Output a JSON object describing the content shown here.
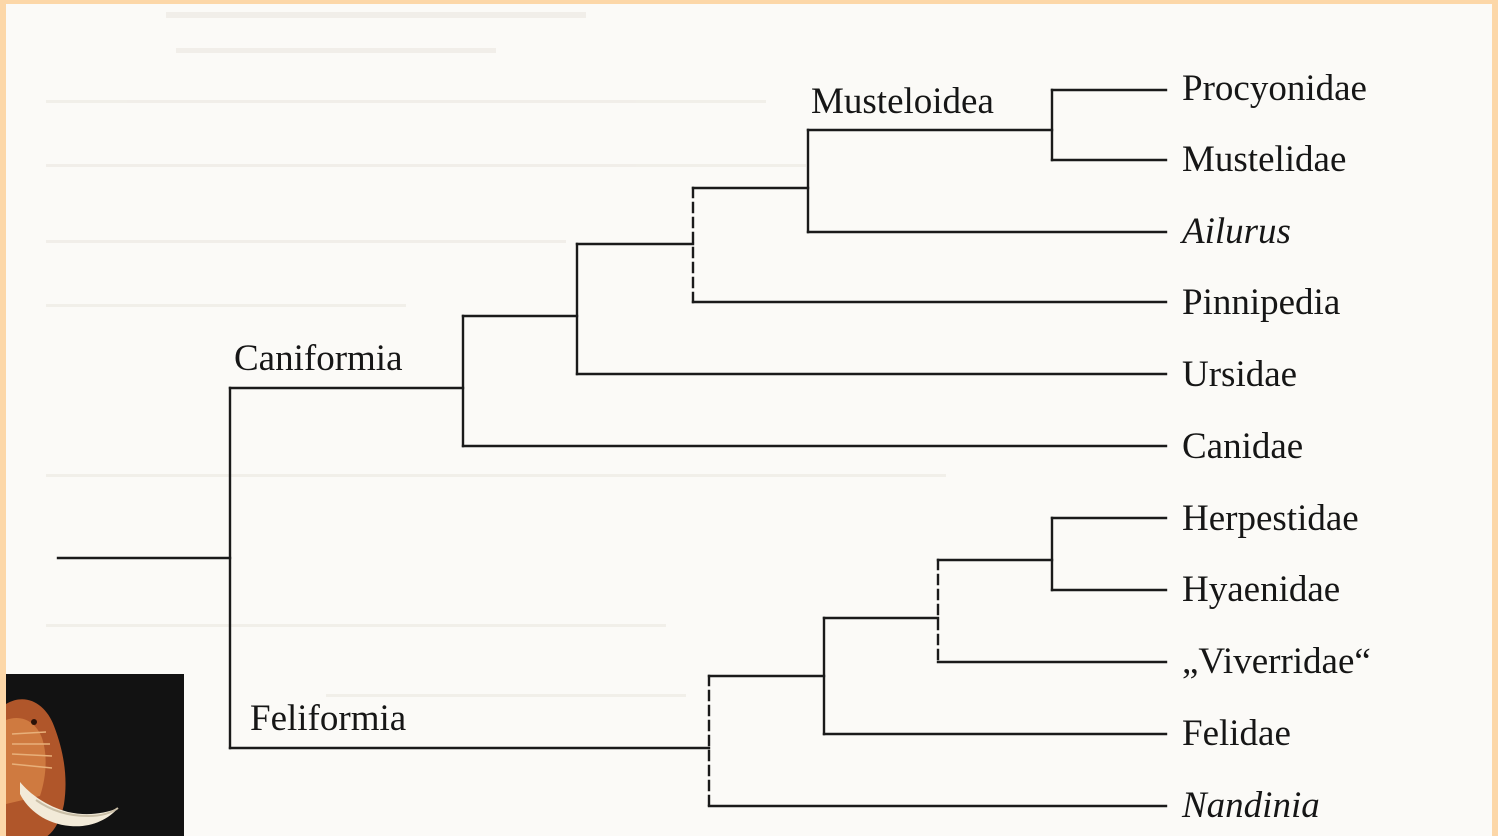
{
  "groups": {
    "musteloidea": "Musteloidea",
    "caniformia": "Caniformia",
    "feliformia": "Feliformia"
  },
  "taxa": {
    "procyonidae": "Procyonidae",
    "mustelidae": "Mustelidae",
    "ailurus": "Ailurus",
    "pinnipedia": "Pinnipedia",
    "ursidae": "Ursidae",
    "canidae": "Canidae",
    "herpestidae": "Herpestidae",
    "hyaenidae": "Hyaenidae",
    "viverridae": "„Viverridae“",
    "felidae": "Felidae",
    "nandinia": "Nandinia"
  },
  "colors": {
    "frame": "#fcd7a8",
    "paper": "#fbfaf7",
    "ink": "#1a1a1a"
  },
  "photo": {
    "subject_icon": "walrus-photo"
  }
}
